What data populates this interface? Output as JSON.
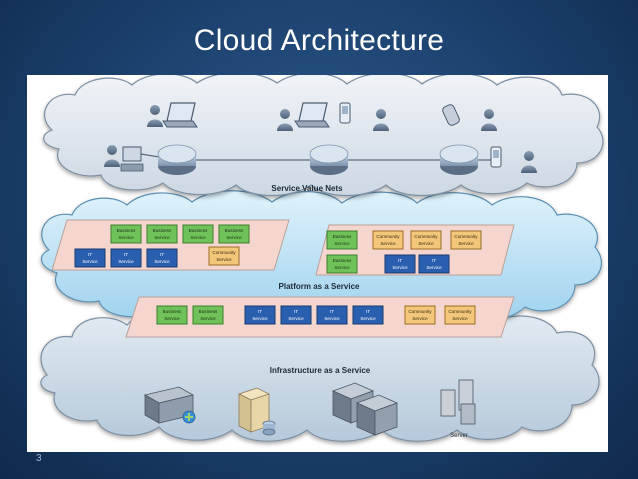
{
  "slide": {
    "title": "Cloud Architecture",
    "page_number": "3"
  },
  "layers": {
    "top": {
      "label": "Service Value Nets"
    },
    "middle": {
      "label": "Platform as a Service"
    },
    "bottom": {
      "label": "Infrastructure as a Service"
    }
  },
  "service_boxes": {
    "business": [
      "Business",
      "Service"
    ],
    "it": [
      "IT",
      "Service"
    ],
    "community": [
      "Community",
      "Service"
    ]
  },
  "server_label": "Server",
  "colors": {
    "background": "#1b3f6b",
    "business": "#6fc15a",
    "it": "#2a5fb0",
    "community": "#f2c77a",
    "platform_panel": "#f5d6cf",
    "cloud_top": "#dfe6ee",
    "cloud_middle": "#bfe3f5",
    "cloud_bottom": "#cfdde9"
  }
}
